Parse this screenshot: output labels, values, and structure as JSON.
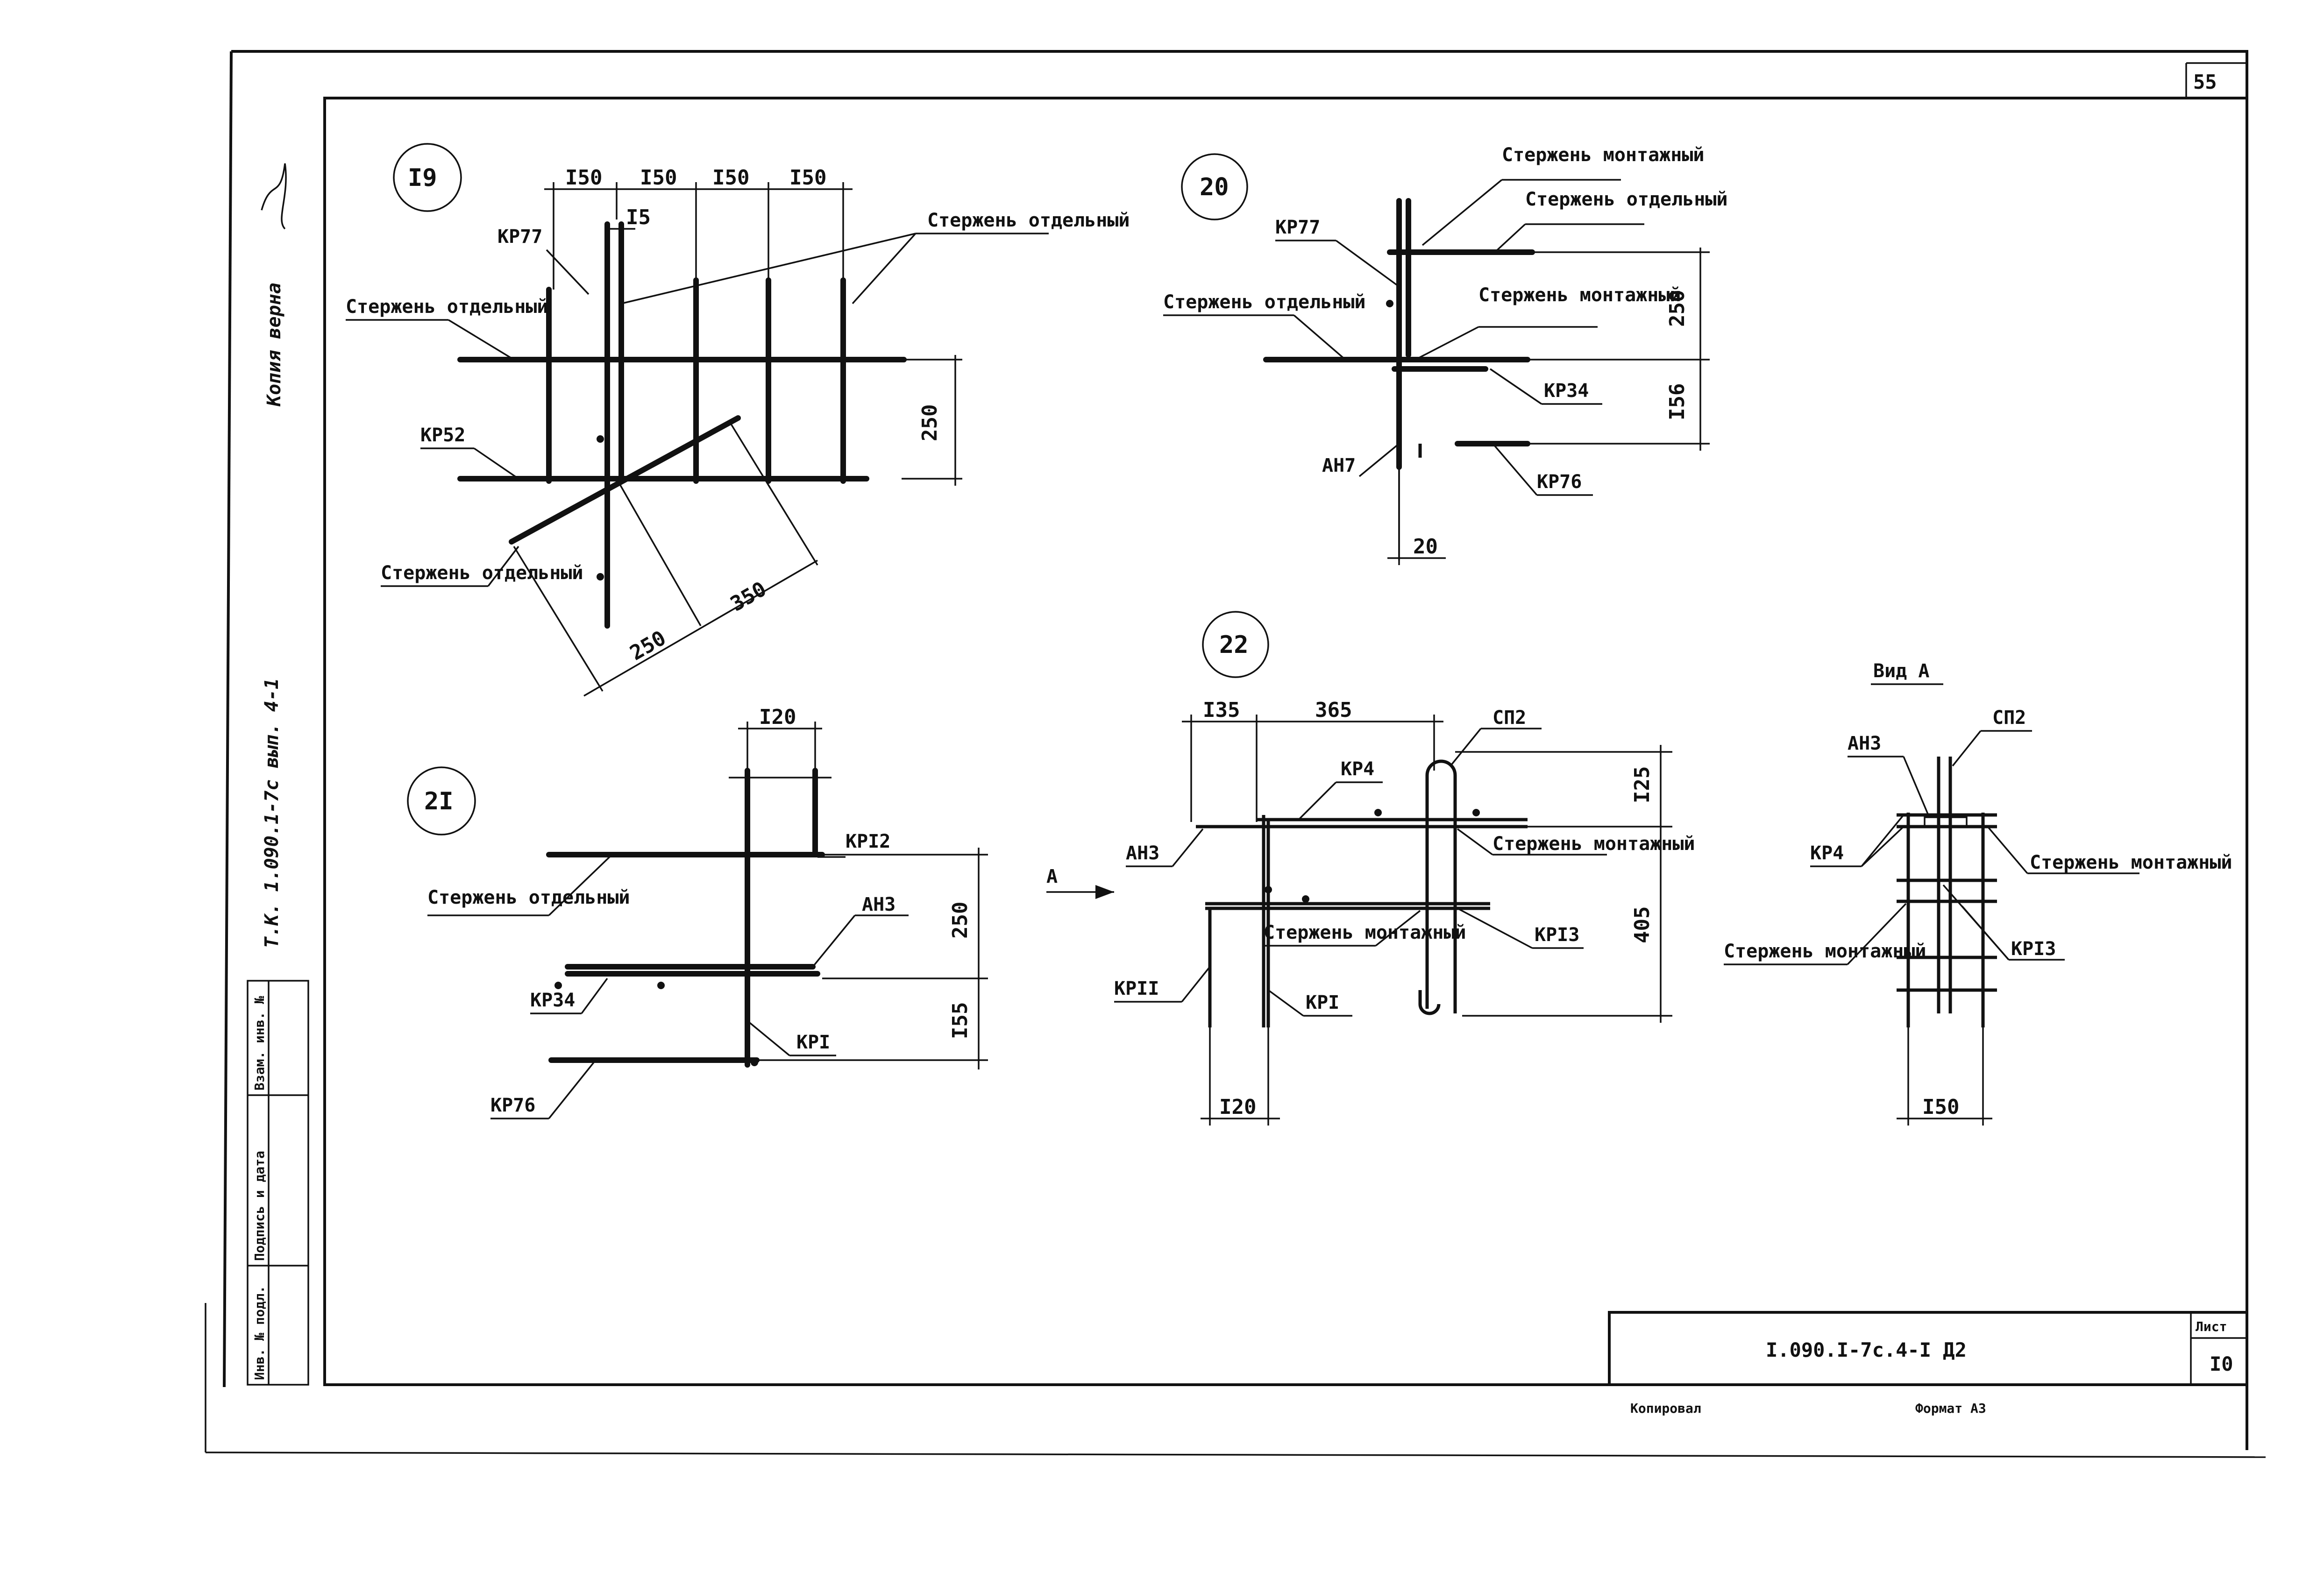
{
  "sheet_number_top": "55",
  "side_notes": {
    "copy_verified": "Копия верна",
    "series": "Т.К. 1.090.1-7с вып. 4-1"
  },
  "stamp_table": {
    "col1": "Инв. № подл.",
    "col2": "Подпись и дата",
    "col3": "Взам. инв. №"
  },
  "title_block": {
    "designation": "I.090.I-7c.4-I Д2",
    "sheet_label": "Лист",
    "sheet_value": "I0",
    "copied": "Копировал",
    "format": "Формат А3"
  },
  "node19": {
    "number": "I9",
    "dims": [
      "I50",
      "I50",
      "I50",
      "I50",
      "I5",
      "250",
      "250",
      "350"
    ],
    "labels": [
      "КР77",
      "Стержень отдельный",
      "Стержень отдельный",
      "КР52",
      "Стержень отдельный"
    ]
  },
  "node20": {
    "number": "20",
    "dims": [
      "250",
      "I56",
      "20"
    ],
    "labels": [
      "КР77",
      "Стержень монтажный",
      "Стержень отдельный",
      "Стержень отдельный",
      "Стержень монтажный",
      "КР34",
      "АН7",
      "КР76"
    ]
  },
  "node21": {
    "number": "2I",
    "dims": [
      "I20",
      "250",
      "I55"
    ],
    "labels": [
      "КРI2",
      "Стержень отдельный",
      "АН3",
      "КР34",
      "КРI",
      "КР76"
    ]
  },
  "node22": {
    "number": "22",
    "dims": [
      "I35",
      "365",
      "I25",
      "405",
      "I20"
    ],
    "labels": [
      "СП2",
      "КР4",
      "АН3",
      "Стержень монтажный",
      "Стержень монтажный",
      "КРI3",
      "КРII",
      "КРI"
    ],
    "view_arrow": "А"
  },
  "viewA": {
    "title": "Вид А",
    "dims": [
      "I50"
    ],
    "labels": [
      "АН3",
      "СП2",
      "КР4",
      "Стержень монтажный",
      "Стержень монтажный",
      "КРI3"
    ]
  }
}
